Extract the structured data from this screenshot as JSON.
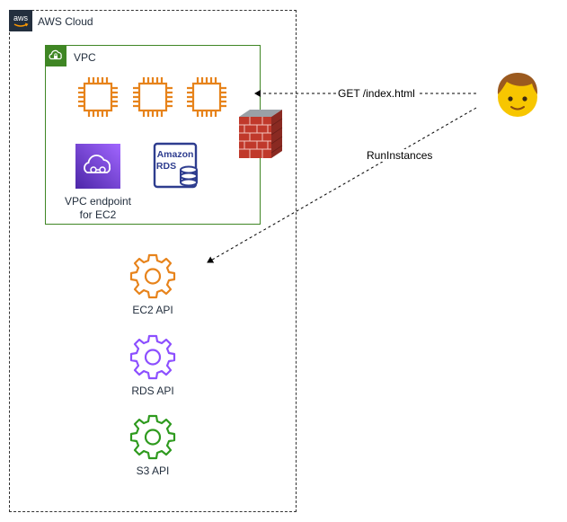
{
  "cloud": {
    "label": "AWS Cloud",
    "logo_text": "aws"
  },
  "vpc": {
    "label": "VPC"
  },
  "instances": [
    {
      "icon": "ec2-instance-icon"
    },
    {
      "icon": "ec2-instance-icon"
    },
    {
      "icon": "ec2-instance-icon"
    }
  ],
  "endpoint": {
    "label_line1": "VPC endpoint",
    "label_line2": "for EC2"
  },
  "rds": {
    "line1": "Amazon",
    "line2": "RDS"
  },
  "firewall": {
    "icon": "firewall-icon"
  },
  "user": {
    "icon": "user-icon"
  },
  "connections": {
    "http": "GET /index.html",
    "api": "RunInstances"
  },
  "apis": [
    {
      "label": "EC2 API",
      "color": "#e7831b"
    },
    {
      "label": "RDS API",
      "color": "#8c4fff"
    },
    {
      "label": "S3 API",
      "color": "#2e9a1e"
    }
  ],
  "colors": {
    "ec2": "#e7831b",
    "vpc_border": "#3f8624",
    "endpoint_bg": "#8c4fff",
    "rds": "#2e3d8f",
    "cloud_border": "#333333"
  }
}
